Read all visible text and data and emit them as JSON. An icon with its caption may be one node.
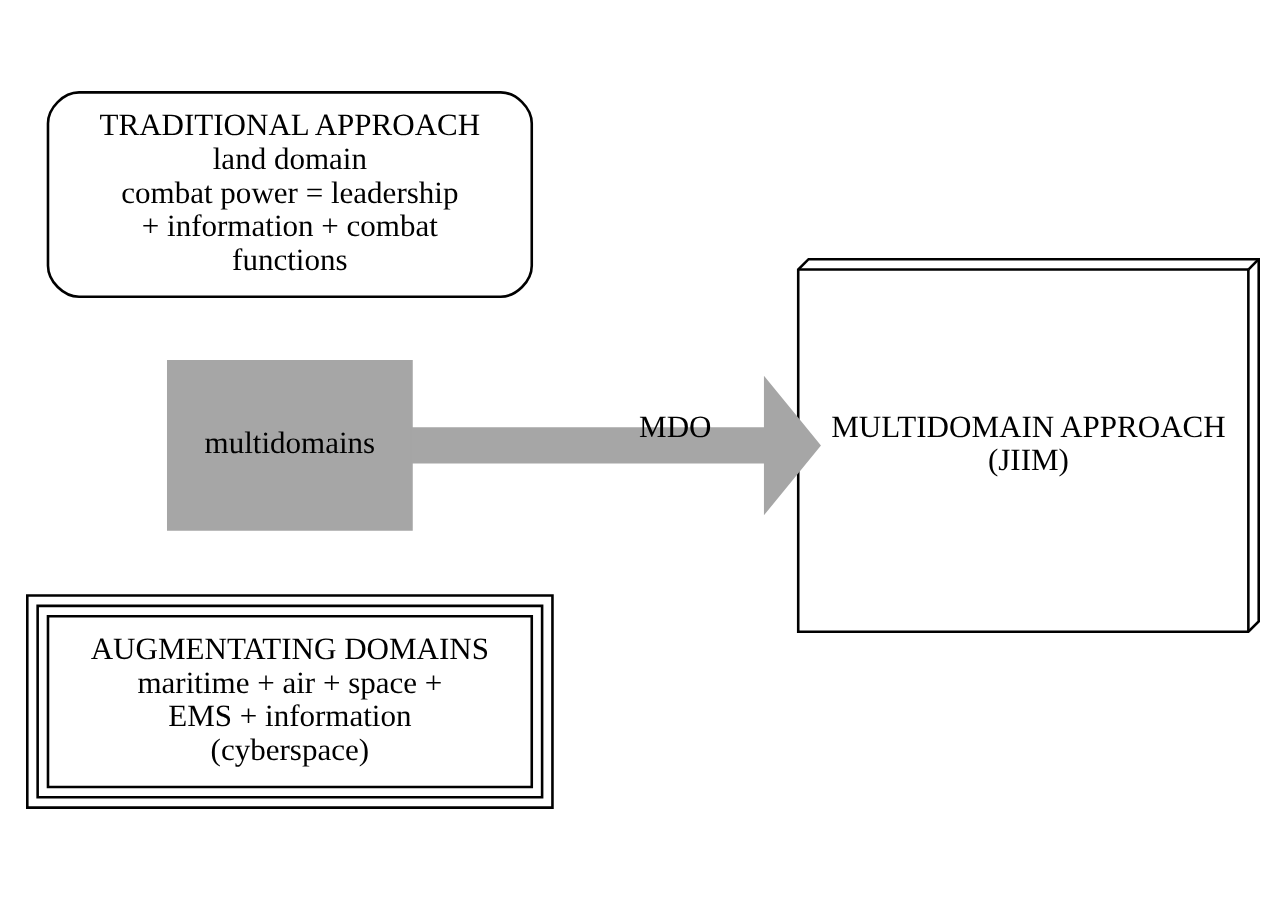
{
  "diagram": {
    "nodes": [
      {
        "text": [
          "TRADITIONAL APPROACH",
          "land domain",
          "combat power = leadership + information + combat functions"
        ]
      },
      {
        "text": [
          "multidomains"
        ]
      },
      {
        "text": [
          "AUGMENTATING DOMAINS",
          "maritime + air + space + EMS + information (cyberspace)"
        ]
      },
      {
        "text": [
          "MULTIDOMAIN APPROACH (JIIM)"
        ]
      }
    ],
    "edges": [
      {
        "from": 1,
        "to": 3,
        "arrow": "to",
        "label": "MDO",
        "color": "#a6a6a6"
      }
    ]
  }
}
